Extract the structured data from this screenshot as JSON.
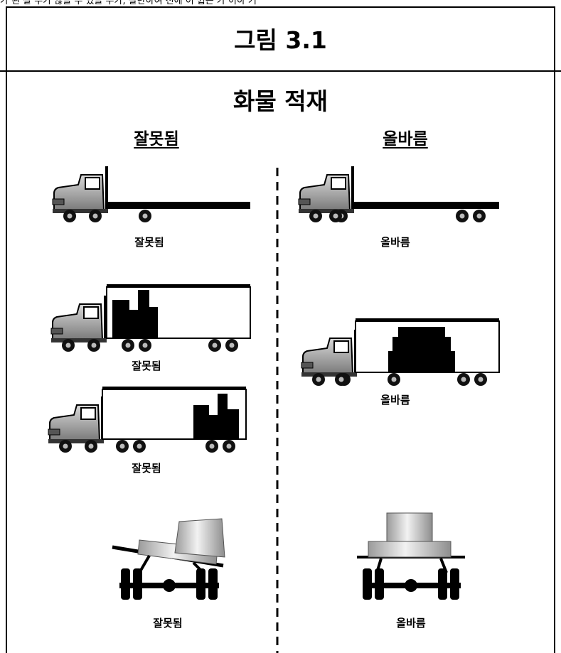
{
  "top_cut_text": "가 된 잘 수가 않을 수 있을 수가, 잘만하여 전에 이 쉽는 가 이하 거",
  "figure_title": "그림 3.1",
  "heading": "화물 적재",
  "columns": {
    "wrong": "잘못됨",
    "right": "올바름"
  },
  "captions": {
    "wrong_flatbed": "잘못됨",
    "right_flatbed": "올바름",
    "wrong_box_front": "잘못됨",
    "wrong_box_rear": "잘못됨",
    "right_box": "올바름",
    "wrong_axle": "잘못됨",
    "right_axle": "올바름"
  },
  "colors": {
    "ink": "#000000",
    "truck_gray": "#9a9a9a",
    "cargo": "#000000"
  }
}
